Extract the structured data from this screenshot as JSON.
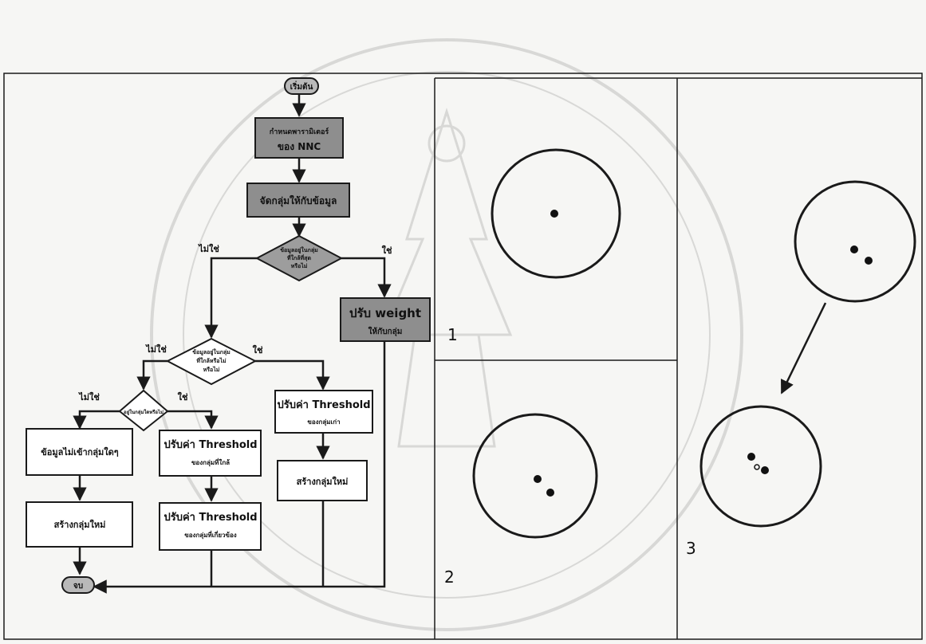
{
  "flowchart": {
    "start": "เริ่มต้น",
    "define_box": {
      "line1": "กำหนดพารามิเตอร์",
      "line2": "ของ NNC"
    },
    "assign_box": "จัดกลุ่มให้กับข้อมูล",
    "decision1": {
      "line1": "ข้อมูลอยู่ในกลุ่ม",
      "line2": "ที่ใกล้ที่สุด",
      "line3": "หรือไม่"
    },
    "decision1_no": "ไม่ใช่",
    "decision1_yes": "ใช่",
    "adjust_weight": {
      "line1": "ปรับ weight",
      "line2": "ให้กับกลุ่ม"
    },
    "decision2": {
      "line1": "ข้อมูลอยู่ในกลุ่ม",
      "line2": "ที่ใกล้หรือไม่",
      "line3": "หรือไม่"
    },
    "decision2_no": "ไม่ใช่",
    "decision2_yes": "ใช่",
    "decision3": "อยู่ในกลุ่มใดหรือไม่",
    "decision3_no": "ไม่ใช่",
    "decision3_yes": "ใช่",
    "threshold_old": {
      "line1": "ปรับค่า Threshold",
      "line2": "ของกลุ่มเก่า"
    },
    "threshold_near": {
      "line1": "ปรับค่า Threshold",
      "line2": "ของกลุ่มที่ใกล้"
    },
    "threshold_all": {
      "line1": "ปรับค่า Threshold",
      "line2": "ของกลุ่มที่เกี่ยวข้อง"
    },
    "no_group": "ข้อมูลไม่เข้ากลุ่มใดๆ",
    "new_group_left": "สร้างกลุ่มใหม่",
    "new_group_right": "สร้างกลุ่มใหม่",
    "end": "จบ"
  },
  "panels": {
    "label1": "1",
    "label2": "2",
    "label3": "3"
  },
  "colors": {
    "shaded_box": "#8e8e8e",
    "line": "#1a1a1a",
    "background": "#f6f6f4"
  }
}
